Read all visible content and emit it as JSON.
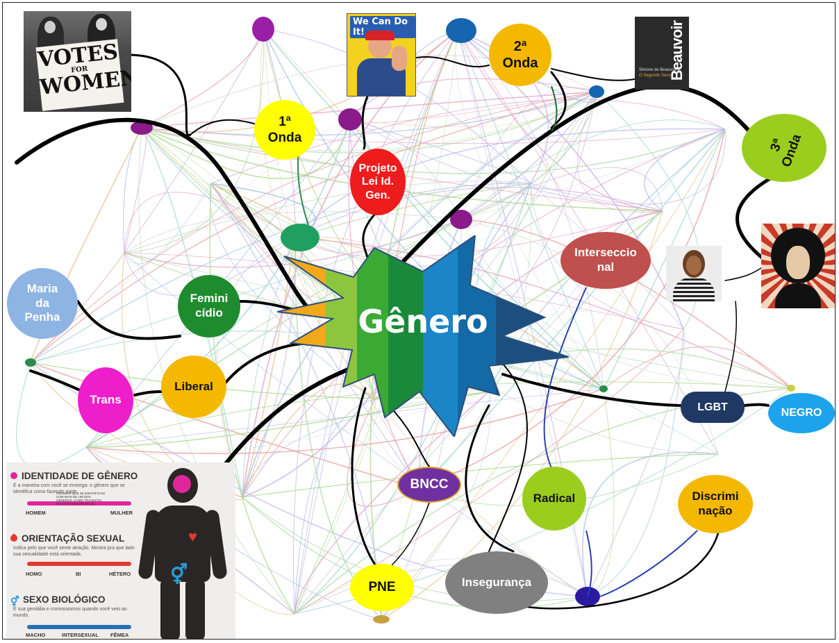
{
  "center": {
    "label": "Gênero"
  },
  "nodes": {
    "onda1": "1ª\nOnda",
    "onda2": "2ª\nOnda",
    "onda3": "3ª\nOnda",
    "projeto": "Projeto\nLei Id.\nGen.",
    "interseccional": "Interseccio\nnal",
    "maria_da_penha": "Maria\nda\nPenha",
    "feminicidio": "Femini\ncídio",
    "liberal": "Liberal",
    "trans": "Trans",
    "lgbt": "LGBT",
    "negro": "NEGRO",
    "bncc": "BNCC",
    "radical": "Radical",
    "discriminacao": "Discrimi\nnação",
    "pne": "PNE",
    "inseguranca": "Insegurança"
  },
  "images": {
    "votes_sign": [
      "VOTES",
      "FOR",
      "WOMEN"
    ],
    "rosie_title": "We Can Do It!",
    "book_author": "Simone de Beauvoir",
    "book_title": "O Segundo Sexo",
    "book_spine": "Beauvoir"
  },
  "infographic": {
    "identidade_title": "IDENTIDADE DE GÊNERO",
    "identidade_desc": "É a maneira com você se enxerga: o gênero que se identifica como fazendo parte.",
    "identidade_left": "HOMEM",
    "identidade_mid": "PESSOAS QUE SE IDENTIFICAM COM MAIS DE UM DOS GÊNEROS, COMO TRAVESTIS, OU COM NENHUM DELES.",
    "identidade_right": "MULHER",
    "orientacao_title": "ORIENTAÇÃO SEXUAL",
    "orientacao_desc": "Indica pelo que você sente atração. Mostra pra que lado sua sexualidade está orientada.",
    "orientacao_left": "HOMO",
    "orientacao_mid": "BI",
    "orientacao_right": "HÉTERO",
    "sexo_title": "SEXO BIOLÓGICO",
    "sexo_desc": "É sua genitália e cromossomos quando você veio ao mundo.",
    "sexo_left": "MACHO",
    "sexo_mid": "INTERSEXUAL",
    "sexo_right": "FÊMEA"
  },
  "colors": {
    "onda1": "#ffff00",
    "onda2": "#f5b800",
    "onda3": "#9acd1e",
    "projeto": "#ee1c1c",
    "interseccional": "#c0504d",
    "maria_da_penha": "#8eb4e3",
    "feminicidio": "#1e8c2e",
    "liberal": "#f5b800",
    "trans": "#ee1ecb",
    "lgbt": "#1f3864",
    "negro": "#1ca3ec",
    "bncc": "#7030a0",
    "radical": "#9acd1e",
    "discriminacao": "#f5b800",
    "pne": "#ffff00",
    "inseguranca": "#808080"
  }
}
